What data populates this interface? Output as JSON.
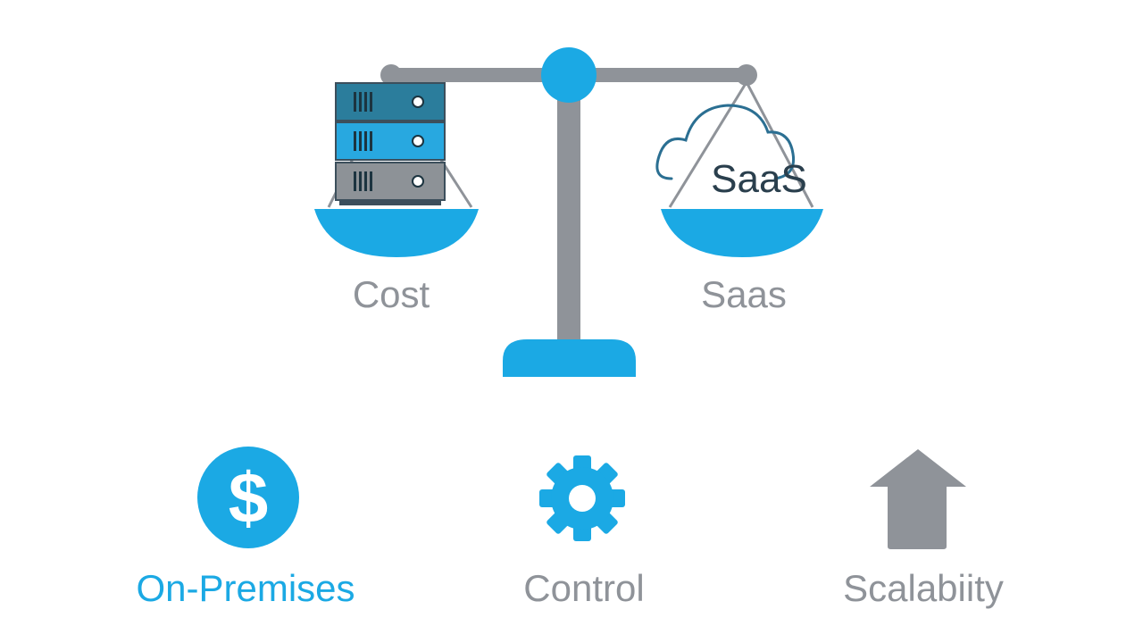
{
  "scale": {
    "left_label": "Cost",
    "right_label": "Saas",
    "cloud_text": "SaaS"
  },
  "features": [
    {
      "icon": "dollar-icon",
      "label": "On-Premises",
      "color": "#1ba9e4"
    },
    {
      "icon": "gear-icon",
      "label": "Control",
      "color": "#8f9399"
    },
    {
      "icon": "arrow-up-icon",
      "label": "Scalabiity",
      "color": "#8f9399"
    }
  ],
  "colors": {
    "accent": "#1ba9e4",
    "gray": "#8f9399",
    "server_dark": "#2b7d9c",
    "server_light": "#28a8e0",
    "server_gray": "#8d9297"
  }
}
